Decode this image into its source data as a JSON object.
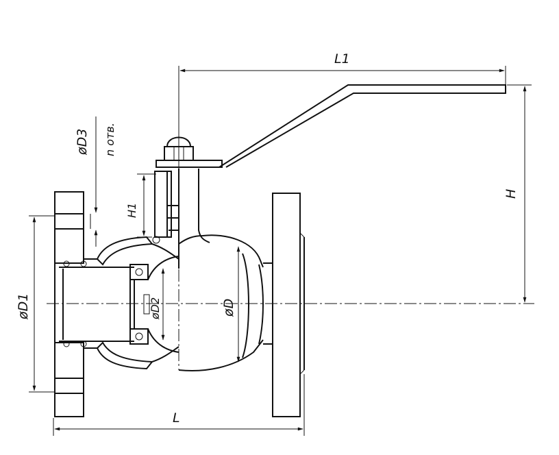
{
  "dimensions": {
    "L": "L",
    "L1": "L1",
    "H": "H",
    "H1": "H1",
    "D": "øD",
    "D1": "øD1",
    "D2": "øD2",
    "D3": "øD3",
    "holes": "n отв."
  }
}
